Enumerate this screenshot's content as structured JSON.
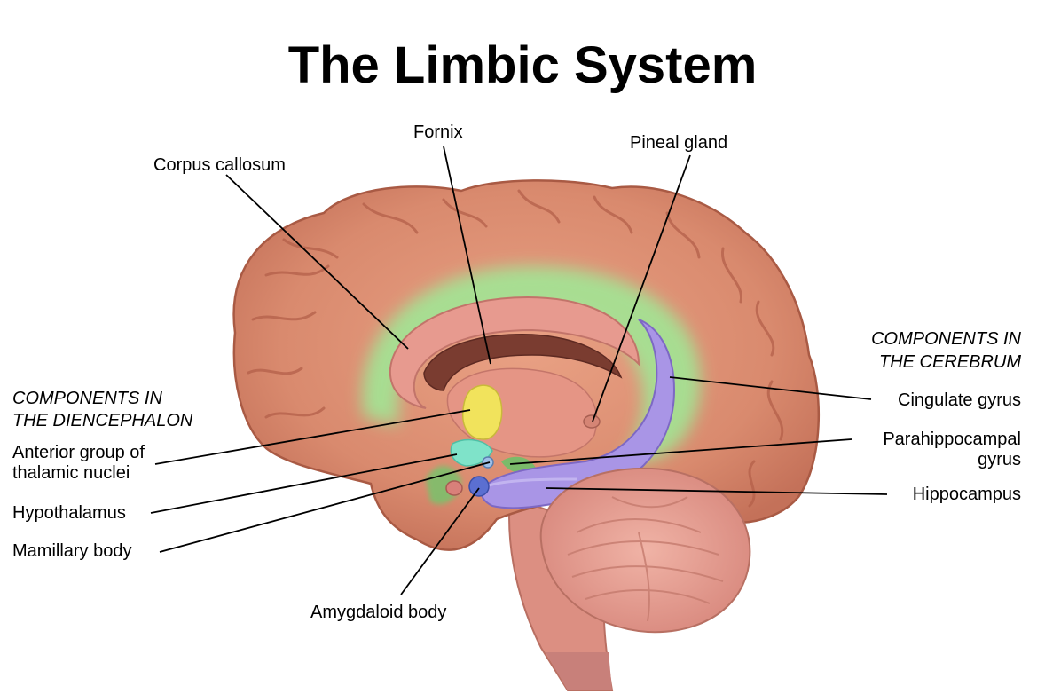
{
  "title": "The Limbic System",
  "sections": {
    "diencephalon": [
      "COMPONENTS IN",
      "THE DIENCEPHALON"
    ],
    "cerebrum": [
      "COMPONENTS IN",
      "THE CEREBRUM"
    ]
  },
  "labels": {
    "fornix": "Fornix",
    "pineal_gland": "Pineal gland",
    "corpus_callosum": "Corpus callosum",
    "anterior_group": [
      "Anterior group of",
      "thalamic nuclei"
    ],
    "hypothalamus": "Hypothalamus",
    "mamillary_body": "Mamillary body",
    "amygdaloid_body": "Amygdaloid body",
    "cingulate_gyrus": "Cingulate gyrus",
    "parahippocampal_gyrus": [
      "Parahippocampal",
      "gyrus"
    ],
    "hippocampus": "Hippocampus"
  },
  "colors": {
    "cortex": "#d98a6e",
    "cortex_dark": "#b9634d",
    "limbic_green": "#a6eea0",
    "hippocampus_purple": "#a995e6",
    "thalamic_yellow": "#f1e35c",
    "hypothalamus_teal": "#7fe3c9",
    "corpus_callosum": "#e89a8e",
    "cerebellum": "#e9a89a"
  }
}
